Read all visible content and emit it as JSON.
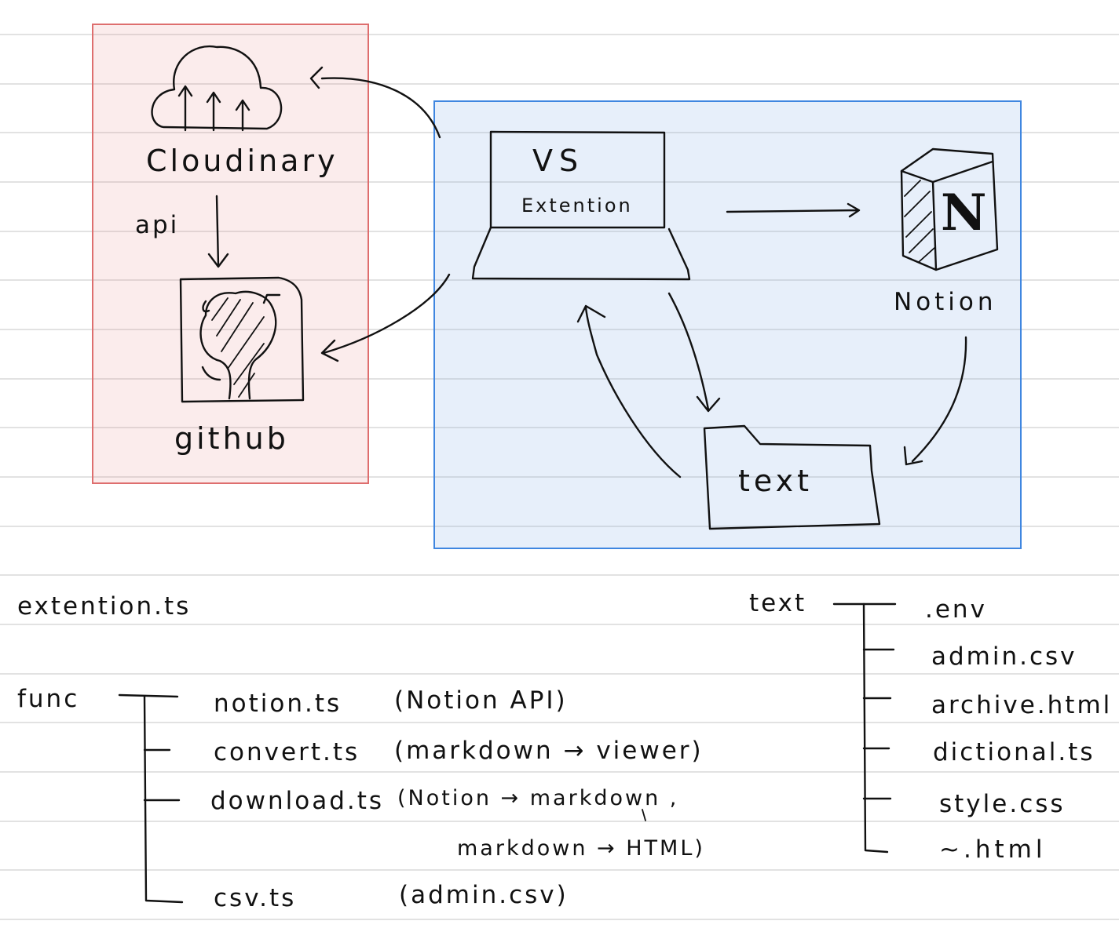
{
  "diagram": {
    "nodes": {
      "cloudinary": "Cloudinary",
      "api": "api",
      "github": "github",
      "vs_line1": "VS",
      "vs_line2": "Extention",
      "notion_logo": "N",
      "notion": "Notion",
      "text_folder": "text"
    }
  },
  "tree_extension": {
    "root": "extention.ts"
  },
  "tree_func": {
    "root": "func",
    "items": [
      {
        "file": "notion.ts",
        "note": "(Notion API)"
      },
      {
        "file": "convert.ts",
        "note": "(markdown → viewer)"
      },
      {
        "file": "download.ts",
        "note": "(Notion → markdown ,",
        "note_cont": "markdown → HTML)"
      },
      {
        "file": "csv.ts",
        "note": "(admin.csv)"
      }
    ]
  },
  "tree_text": {
    "root": "text",
    "items": [
      ".env",
      "admin.csv",
      "archive.html",
      "dictional.ts",
      "style.css",
      "∼.html"
    ]
  },
  "colors": {
    "external_zone_border": "#de6e6e",
    "external_zone_fill": "#f9e9ea",
    "local_zone_border": "#3f86e0",
    "local_zone_fill": "#e4eefb",
    "ruled_line": "#d9d9d9",
    "ink": "#111111"
  }
}
